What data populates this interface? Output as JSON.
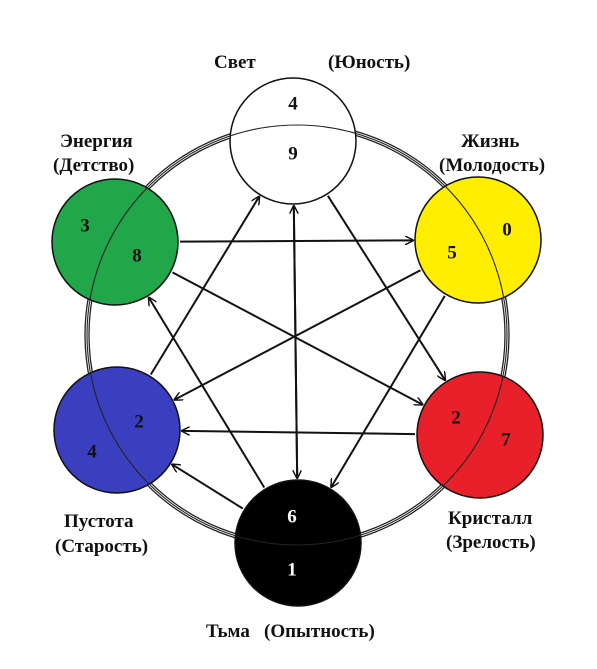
{
  "nodes": [
    {
      "id": "svet",
      "title": "Свет",
      "subtitle": "(Юность)",
      "numbers": [
        "4",
        "9"
      ],
      "fill": "#ffffff",
      "text_color": "#111111"
    },
    {
      "id": "zhizn",
      "title": "Жизнь",
      "subtitle": "(Молодость)",
      "numbers": [
        "0",
        "5"
      ],
      "fill": "#ffee00",
      "text_color": "#111111"
    },
    {
      "id": "kristall",
      "title": "Кристалл",
      "subtitle": "(Зрелость)",
      "numbers": [
        "7",
        "2"
      ],
      "fill": "#e8202a",
      "text_color": "#111111"
    },
    {
      "id": "tma",
      "title": "Тьма",
      "subtitle": "(Опытность)",
      "numbers": [
        "6",
        "1"
      ],
      "fill": "#000000",
      "text_color": "#ffffff"
    },
    {
      "id": "pustota",
      "title": "Пустота",
      "subtitle": "(Старость)",
      "numbers": [
        "2",
        "4"
      ],
      "fill": "#3a3fc0",
      "text_color": "#111111"
    },
    {
      "id": "energiya",
      "title": "Энергия",
      "subtitle": "(Детство)",
      "numbers": [
        "3",
        "8"
      ],
      "fill": "#22a64a",
      "text_color": "#111111"
    }
  ],
  "edges": [
    [
      "energiya",
      "zhizn"
    ],
    [
      "kristall",
      "pustota"
    ],
    [
      "svet",
      "tma"
    ],
    [
      "svet",
      "kristall"
    ],
    [
      "tma",
      "energiya"
    ],
    [
      "zhizn",
      "pustota"
    ],
    [
      "pustota",
      "svet"
    ],
    [
      "energiya",
      "kristall"
    ],
    [
      "tma",
      "svet"
    ],
    [
      "zhizn",
      "tma"
    ],
    [
      "tma",
      "pustota"
    ]
  ],
  "cycle_arrows": 6,
  "colors": {
    "line": "#111111",
    "ring": "#222222"
  }
}
